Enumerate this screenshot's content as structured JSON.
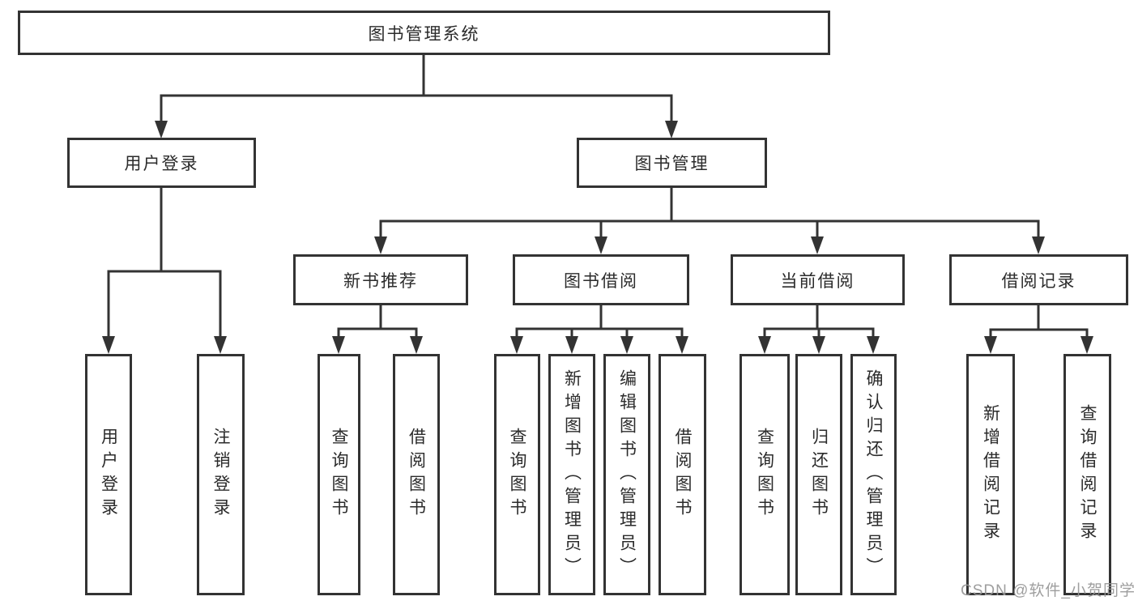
{
  "tree": {
    "label": "图书管理系统",
    "children": [
      {
        "label": "用户登录",
        "children": [
          {
            "label": "用户登录"
          },
          {
            "label": "注销登录"
          }
        ]
      },
      {
        "label": "图书管理",
        "children": [
          {
            "label": "新书推荐",
            "children": [
              {
                "label": "查询图书"
              },
              {
                "label": "借阅图书"
              }
            ]
          },
          {
            "label": "图书借阅",
            "children": [
              {
                "label": "查询图书"
              },
              {
                "label": "新增图书（管理员）"
              },
              {
                "label": "编辑图书（管理员）"
              },
              {
                "label": "借阅图书"
              }
            ]
          },
          {
            "label": "当前借阅",
            "children": [
              {
                "label": "查询图书"
              },
              {
                "label": "归还图书"
              },
              {
                "label": "确认归还（管理员）"
              }
            ]
          },
          {
            "label": "借阅记录",
            "children": [
              {
                "label": "新增借阅记录"
              },
              {
                "label": "查询借阅记录"
              }
            ]
          }
        ]
      }
    ]
  },
  "watermark": {
    "text": "CSDN @软件_小贺同学"
  },
  "colors": {
    "line": "#333333",
    "text": "#2b2b2b",
    "background": "#ffffff",
    "watermark": "#a0a0a0"
  }
}
